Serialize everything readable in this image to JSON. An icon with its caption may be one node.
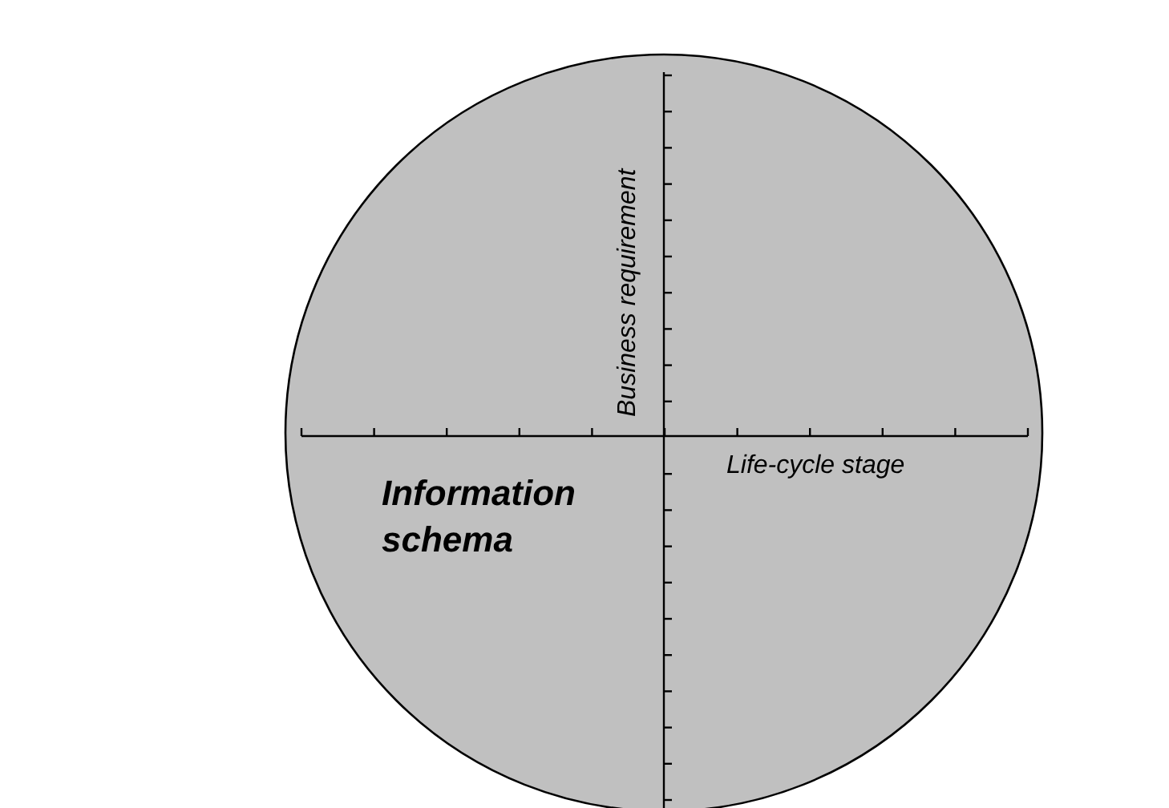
{
  "diagram": {
    "nodes": [
      {
        "text": [
          "Information schema"
        ]
      }
    ],
    "labels": [
      "Business requirement",
      "Life-cycle stage"
    ]
  }
}
